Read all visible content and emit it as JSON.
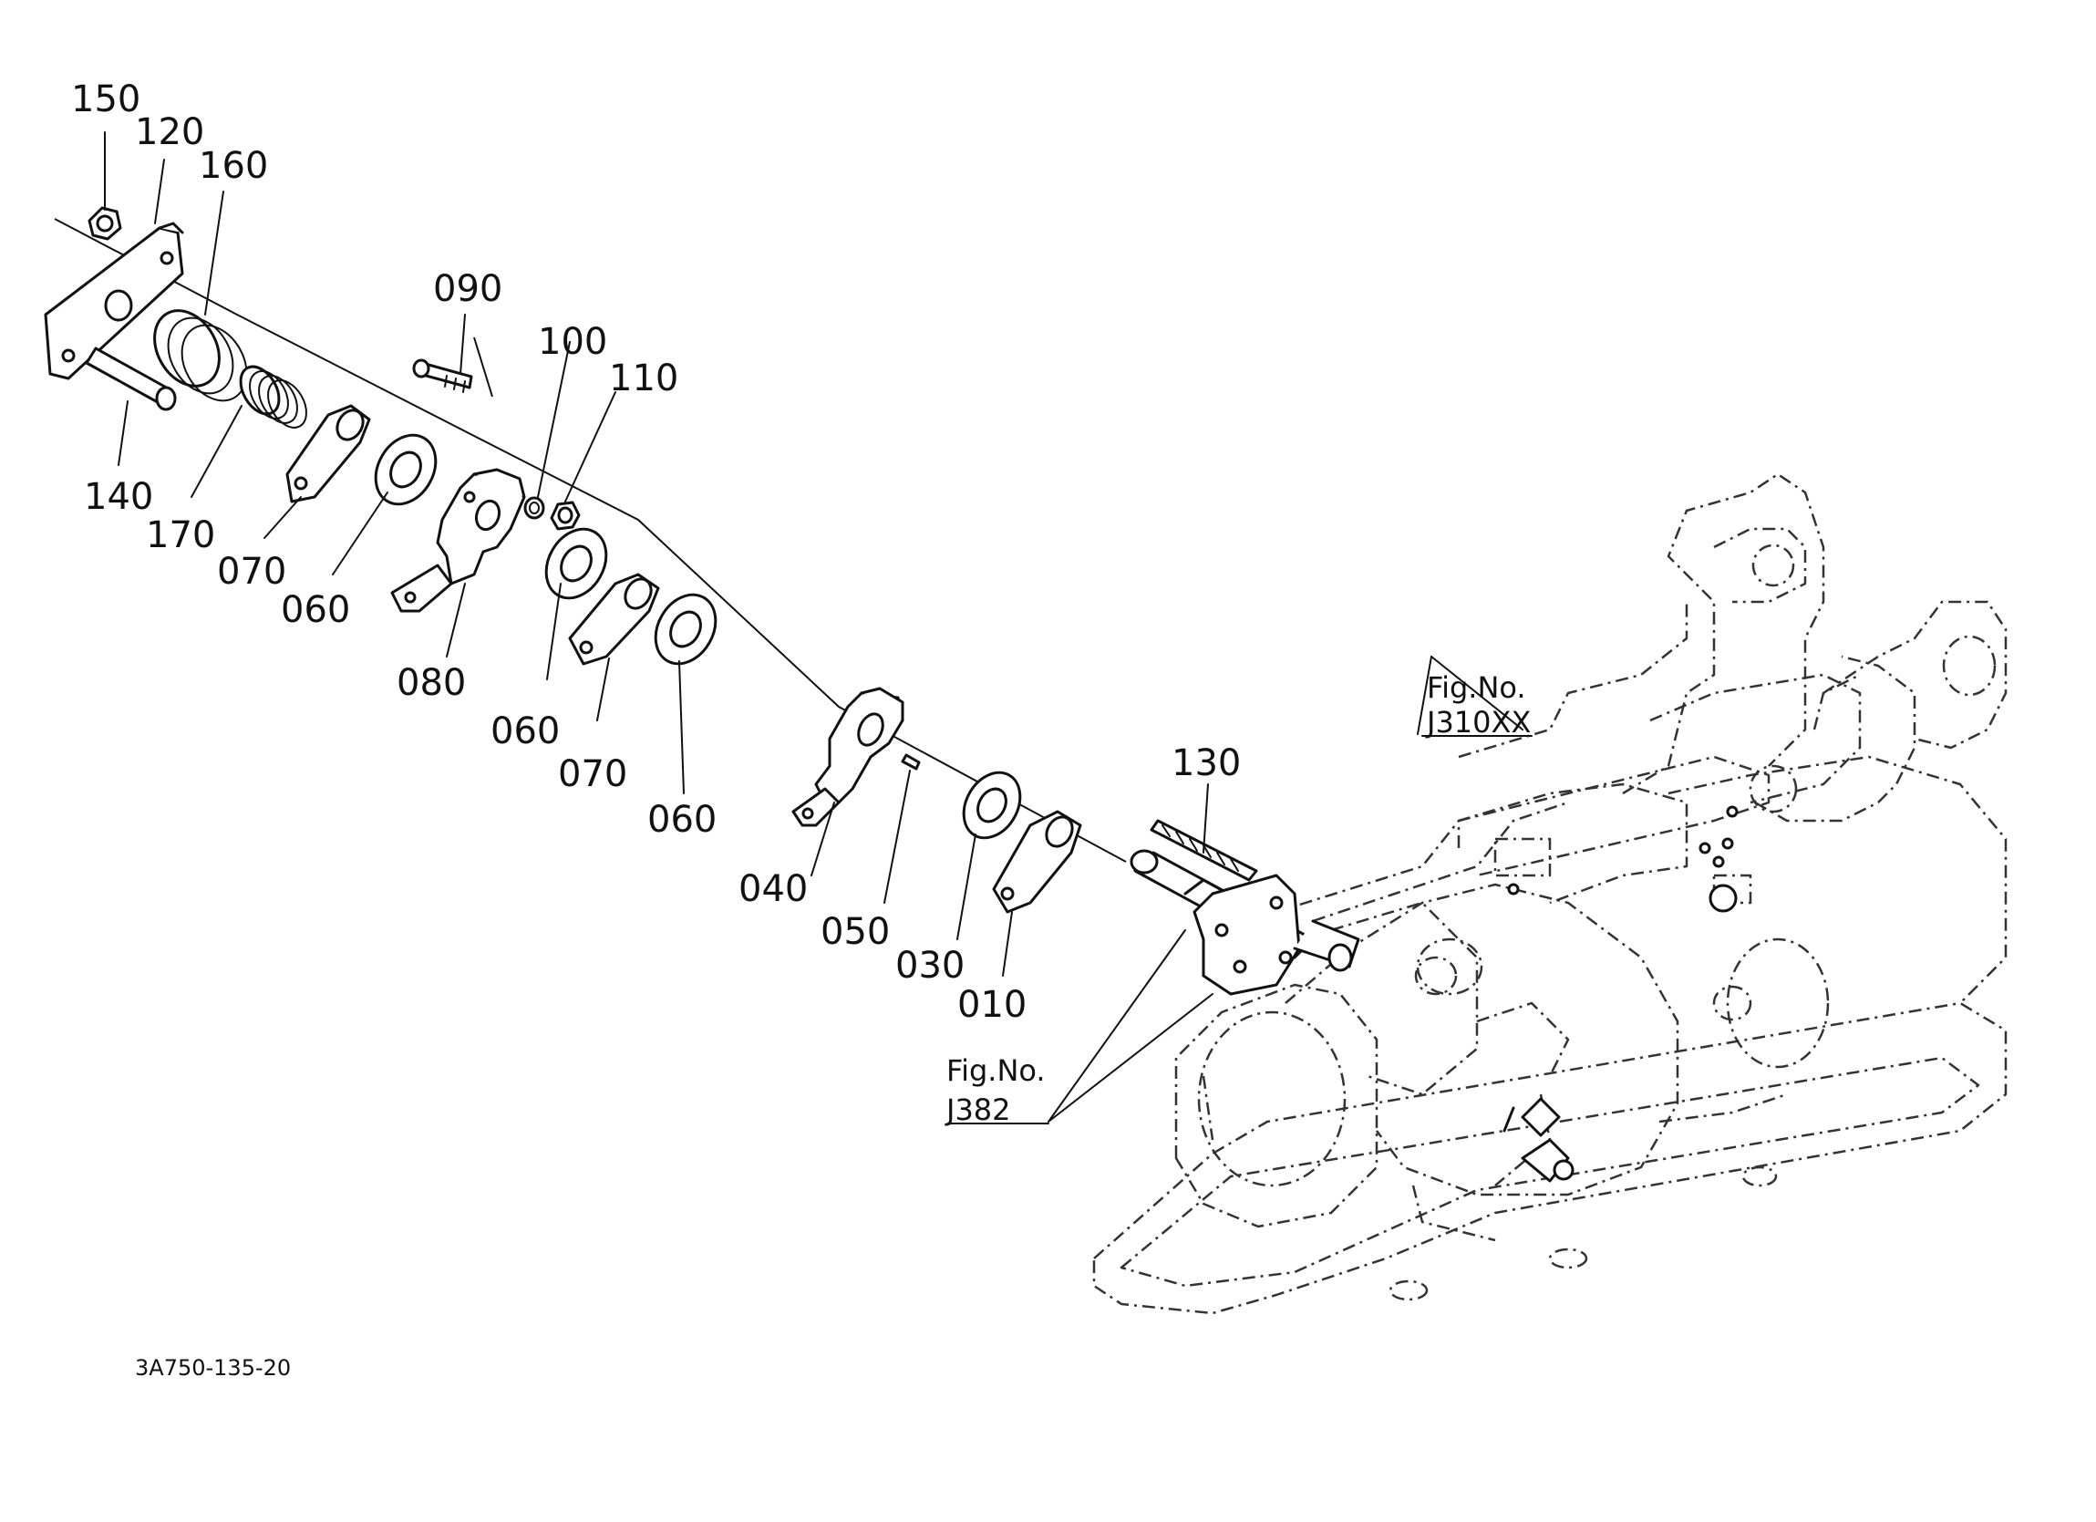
{
  "diagram": {
    "drawing_code": "3A750-135-20",
    "part_labels": {
      "p150": "150",
      "p120": "120",
      "p160": "160",
      "p140": "140",
      "p170": "170",
      "p070a": "070",
      "p060a": "060",
      "p090": "090",
      "p100": "100",
      "p110": "110",
      "p080": "080",
      "p060b": "060",
      "p070b": "070",
      "p060c": "060",
      "p040": "040",
      "p050": "050",
      "p030": "030",
      "p010": "010",
      "p130": "130"
    },
    "references": {
      "case": {
        "line1": "Fig.No.",
        "line2": "J310XX"
      },
      "shaft": {
        "line1": "Fig.No.",
        "line2": "J382"
      }
    }
  }
}
